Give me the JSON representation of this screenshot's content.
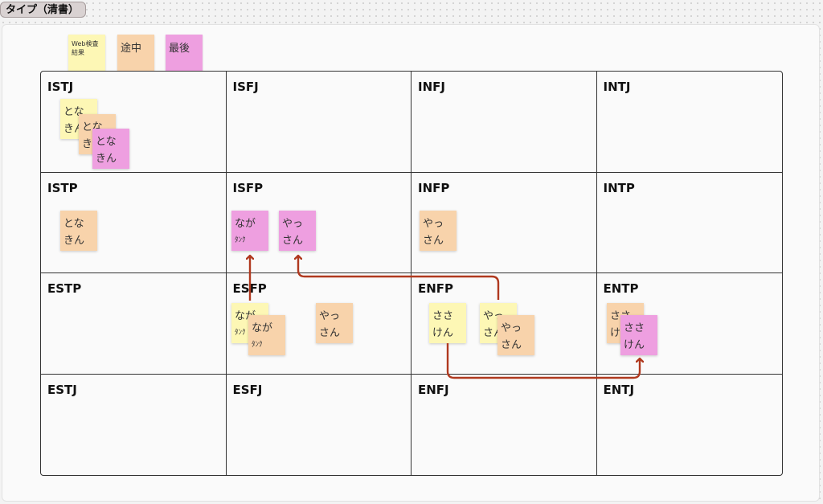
{
  "frame": {
    "title": "タイプ（清書）"
  },
  "legend": [
    {
      "text": "Web検査\n結果",
      "color": "yellow"
    },
    {
      "text": "途中",
      "color": "orange"
    },
    {
      "text": "最後",
      "color": "pink"
    }
  ],
  "cells": [
    [
      "ISTJ",
      "ISFJ",
      "INFJ",
      "INTJ"
    ],
    [
      "ISTP",
      "ISFP",
      "INFP",
      "INTP"
    ],
    [
      "ESTP",
      "ESFP",
      "ENFP",
      "ENTP"
    ],
    [
      "ESTJ",
      "ESFJ",
      "ENFJ",
      "ENTJ"
    ]
  ],
  "notes": {
    "istj_1": {
      "line1": "とな",
      "line2": "きん",
      "color": "yellow"
    },
    "istj_2": {
      "line1": "とな",
      "line2": "きん",
      "color": "orange"
    },
    "istj_3": {
      "line1": "とな",
      "line2": "きん",
      "color": "pink"
    },
    "istp_1": {
      "line1": "とな",
      "line2": "きん",
      "color": "orange"
    },
    "isfp_1": {
      "line1": "なが",
      "line2": "ﾀﾝｸ",
      "color": "pink"
    },
    "isfp_2": {
      "line1": "やっ",
      "line2": "さん",
      "color": "pink"
    },
    "infp_1": {
      "line1": "やっ",
      "line2": "さん",
      "color": "orange"
    },
    "esfp_1": {
      "line1": "なが",
      "line2": "ﾀﾝｸ",
      "color": "yellow"
    },
    "esfp_2": {
      "line1": "なが",
      "line2": "ﾀﾝｸ",
      "color": "orange"
    },
    "esfp_3": {
      "line1": "やっ",
      "line2": "さん",
      "color": "orange"
    },
    "enfp_1": {
      "line1": "ささ",
      "line2": "けん",
      "color": "yellow"
    },
    "enfp_2": {
      "line1": "やっ",
      "line2": "さん",
      "color": "yellow"
    },
    "enfp_3": {
      "line1": "やっ",
      "line2": "さん",
      "color": "orange"
    },
    "entp_1": {
      "line1": "ささ",
      "line2": "けん",
      "color": "orange"
    },
    "entp_2": {
      "line1": "ささ",
      "line2": "けん",
      "color": "pink"
    }
  },
  "colors": {
    "yellow": "#fdf7b5",
    "orange": "#f8d3ab",
    "pink": "#ee9fe0",
    "arrow": "#b0391f",
    "grid_line": "#333333"
  }
}
